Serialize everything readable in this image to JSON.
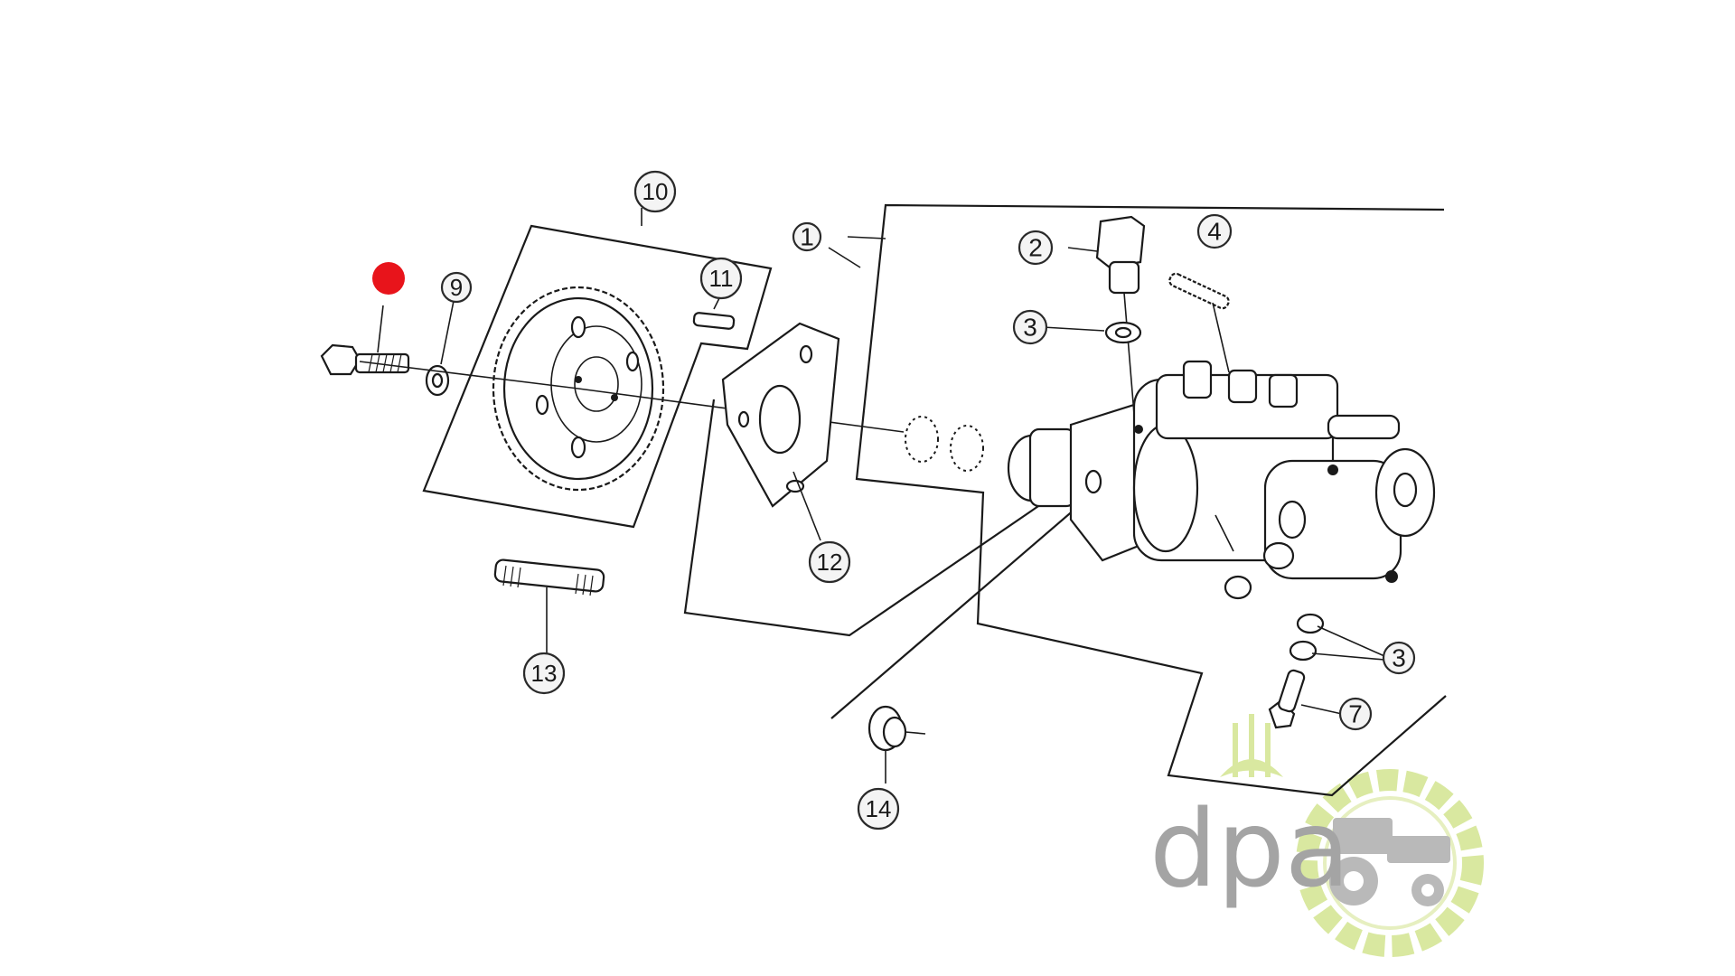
{
  "diagram": {
    "callouts": {
      "c1": "1",
      "c2": "2",
      "c3a": "3",
      "c3b": "3",
      "c4": "4",
      "c7": "7",
      "c9": "9",
      "c10": "10",
      "c11": "11",
      "c12": "12",
      "c13": "13",
      "c14": "14"
    },
    "highlight_color": "#e8141b"
  },
  "watermark": {
    "text": "dpa",
    "ring_color": "#d9e8a0",
    "text_color": "#a4a4a4",
    "icon": "tractor-icon"
  }
}
